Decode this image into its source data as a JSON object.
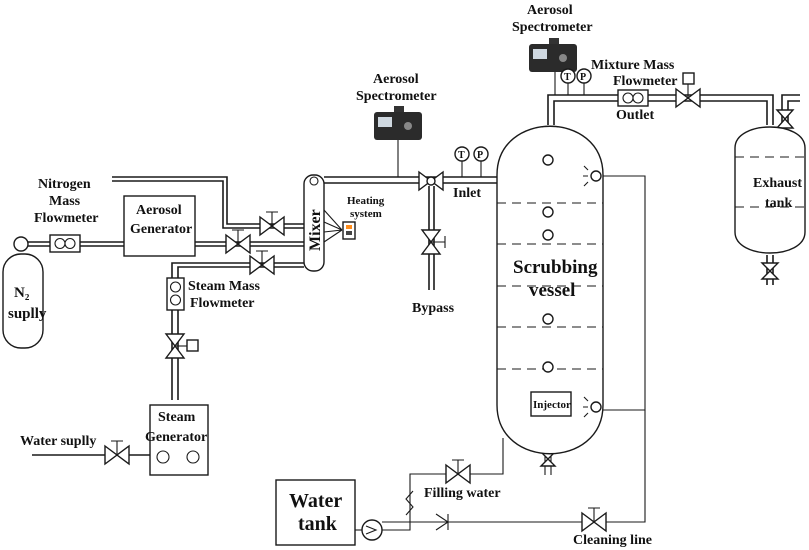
{
  "labels": {
    "n2_supply_1": "N₂",
    "n2_supply_2": "suplly",
    "nitrogen_mfm_1": "Nitrogen",
    "nitrogen_mfm_2": "Mass",
    "nitrogen_mfm_3": "Flowmeter",
    "aerosol_generator_1": "Aerosol",
    "aerosol_generator_2": "Generator",
    "steam_mfm_1": "Steam Mass",
    "steam_mfm_2": "Flowmeter",
    "steam_generator_1": "Steam",
    "steam_generator_2": "Generator",
    "water_supply": "Water suplly",
    "mixer": "Mixer",
    "heating_system_1": "Heating",
    "heating_system_2": "system",
    "spectrometer_inlet_1": "Aerosol",
    "spectrometer_inlet_2": "Spectrometer",
    "spectrometer_outlet_1": "Aerosol",
    "spectrometer_outlet_2": "Spectrometer",
    "temperature_symbol": "T",
    "pressure_symbol": "P",
    "inlet": "Inlet",
    "bypass": "Bypass",
    "scrubbing_vessel_1": "Scrubbing",
    "scrubbing_vessel_2": "vessel",
    "injector": "Injector",
    "mixture_mfm_1": "Mixture Mass",
    "mixture_mfm_2": "Flowmeter",
    "outlet": "Outlet",
    "exhaust_tank_1": "Exhaust",
    "exhaust_tank_2": "tank",
    "water_tank_1": "Water",
    "water_tank_2": "tank",
    "filling_water": "Filling water",
    "cleaning_line": "Cleaning line"
  }
}
